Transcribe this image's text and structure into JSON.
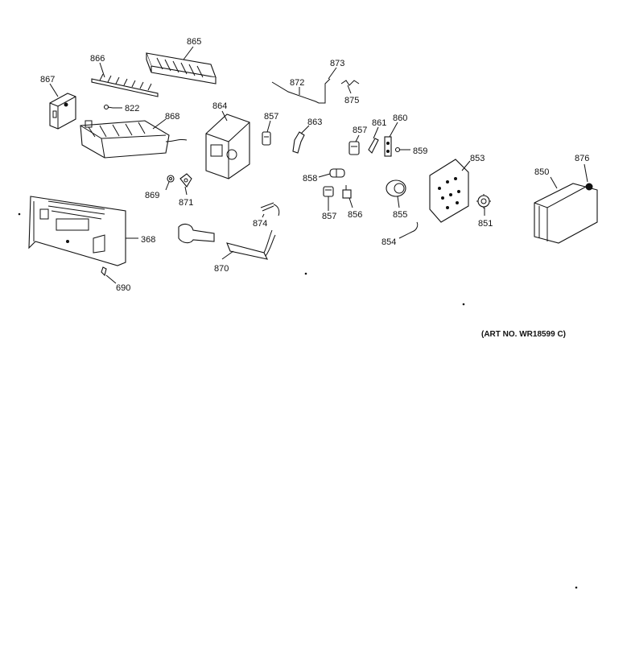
{
  "diagram": {
    "art_number": "(ART NO. WR18599 C)",
    "callouts": {
      "c865": "865",
      "c866": "866",
      "c867": "867",
      "c822": "822",
      "c868": "868",
      "c864": "864",
      "c873": "873",
      "c872": "872",
      "c875": "875",
      "c857a": "857",
      "c863": "863",
      "c857b": "857",
      "c861": "861",
      "c860": "860",
      "c859": "859",
      "c853": "853",
      "c850": "850",
      "c876": "876",
      "c858": "858",
      "c869": "869",
      "c871": "871",
      "c857c": "857",
      "c856": "856",
      "c855": "855",
      "c851": "851",
      "c854": "854",
      "c368": "368",
      "c874": "874",
      "c870": "870",
      "c690": "690"
    }
  }
}
